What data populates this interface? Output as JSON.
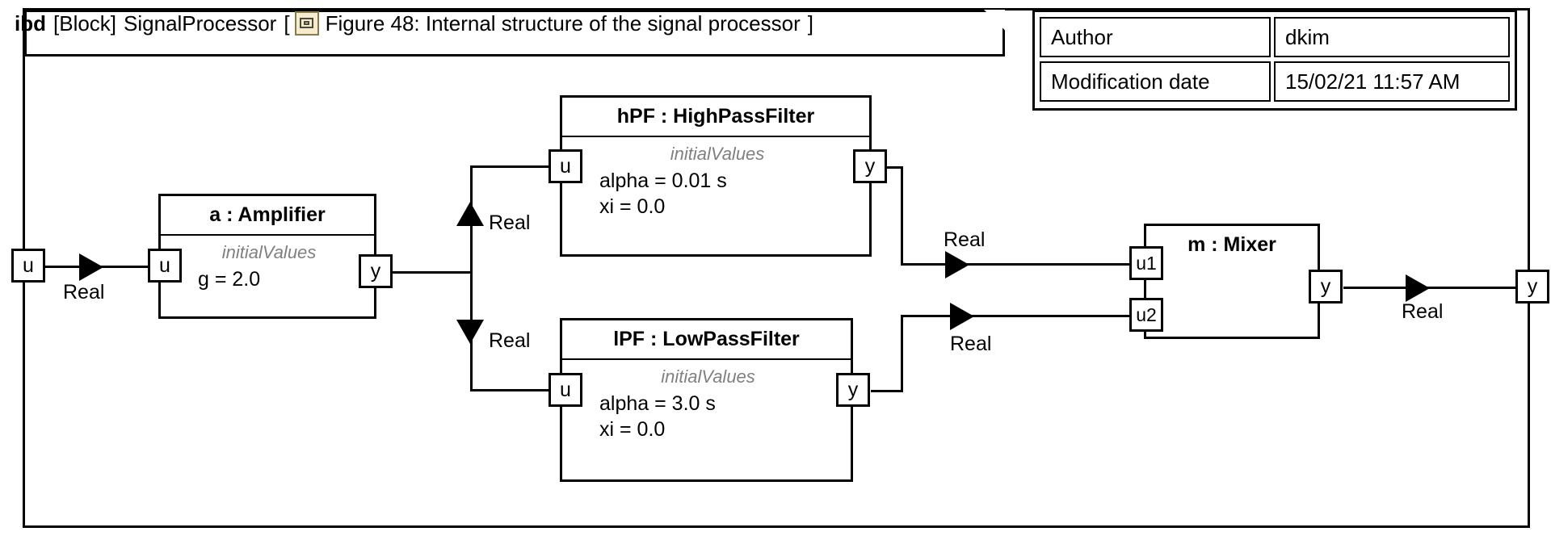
{
  "diagram": {
    "kind": "ibd",
    "stereotype": "[Block]",
    "block_name": "SignalProcessor",
    "bracket_open": "[",
    "bracket_close": "]",
    "icon": "block-definition-icon",
    "figure_caption": "Figure 48: Internal structure of the signal processor"
  },
  "metadata": {
    "rows": [
      {
        "key": "Author",
        "value": "dkim"
      },
      {
        "key": "Modification date",
        "value": "15/02/21 11:57 AM"
      }
    ]
  },
  "boundary_ports": {
    "input": "u",
    "output": "y"
  },
  "parts": [
    {
      "id": "amplifier",
      "title": "a : Amplifier",
      "compartment_label": "initialValues",
      "values": [
        "g = 2.0"
      ],
      "ports": {
        "in": "u",
        "out": "y"
      }
    },
    {
      "id": "high-pass-filter",
      "title": "hPF : HighPassFilter",
      "compartment_label": "initialValues",
      "values": [
        "alpha = 0.01 s",
        "xi = 0.0"
      ],
      "ports": {
        "in": "u",
        "out": "y"
      }
    },
    {
      "id": "low-pass-filter",
      "title": "lPF : LowPassFilter",
      "compartment_label": "initialValues",
      "values": [
        "alpha = 3.0 s",
        "xi = 0.0"
      ],
      "ports": {
        "in": "u",
        "out": "y"
      }
    },
    {
      "id": "mixer",
      "title": "m : Mixer",
      "ports": {
        "in1": "u1",
        "in2": "u2",
        "out": "y"
      }
    }
  ],
  "connectors": [
    {
      "id": "boundary-to-amplifier",
      "type_label": "Real"
    },
    {
      "id": "amplifier-to-hpf",
      "type_label": "Real"
    },
    {
      "id": "amplifier-to-lpf",
      "type_label": "Real"
    },
    {
      "id": "hpf-to-mixer-u1",
      "type_label": "Real"
    },
    {
      "id": "lpf-to-mixer-u2",
      "type_label": "Real"
    },
    {
      "id": "mixer-to-boundary",
      "type_label": "Real"
    }
  ],
  "colors": {
    "line": "#000000",
    "background": "#ffffff",
    "compartment_label": "#808080",
    "icon_fill": "#f5eccf"
  }
}
